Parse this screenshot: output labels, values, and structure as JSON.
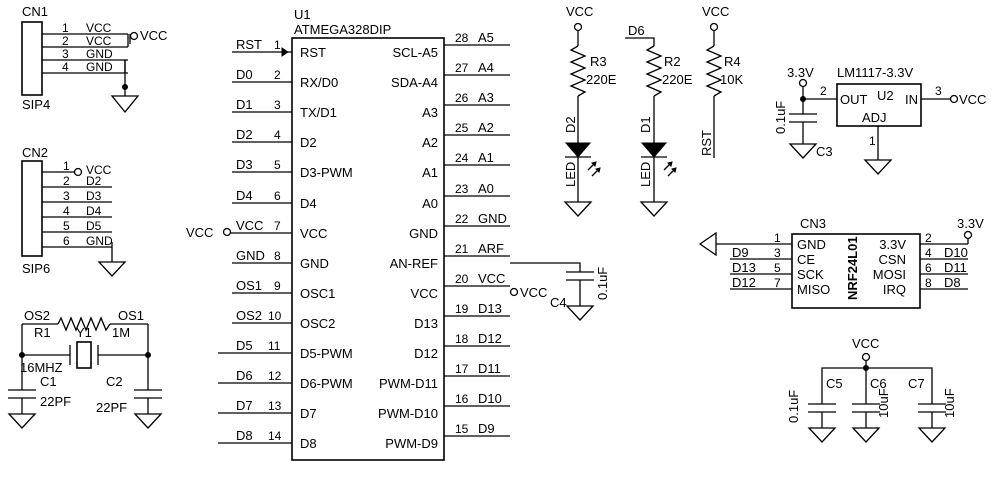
{
  "cn1": {
    "ref": "CN1",
    "part": "SIP4",
    "pins": [
      {
        "num": "1",
        "net": "VCC"
      },
      {
        "num": "2",
        "net": "VCC"
      },
      {
        "num": "3",
        "net": "GND"
      },
      {
        "num": "4",
        "net": "GND"
      }
    ],
    "vcc_label": "VCC"
  },
  "cn2": {
    "ref": "CN2",
    "part": "SIP6",
    "pins": [
      {
        "num": "1",
        "net": "VCC"
      },
      {
        "num": "2",
        "net": "D2"
      },
      {
        "num": "3",
        "net": "D3"
      },
      {
        "num": "4",
        "net": "D4"
      },
      {
        "num": "5",
        "net": "D5"
      },
      {
        "num": "6",
        "net": "GND"
      }
    ]
  },
  "crystal": {
    "y1": "Y1",
    "freq": "16MHZ",
    "r1": "R1",
    "r1_val": "1M",
    "os1": "OS1",
    "os2": "OS2",
    "c1": "C1",
    "c1_val": "22PF",
    "c2": "C2",
    "c2_val": "22PF"
  },
  "u1": {
    "ref": "U1",
    "part": "ATMEGA328DIP",
    "left": [
      {
        "net": "RST",
        "num": "1",
        "name": "RST"
      },
      {
        "net": "D0",
        "num": "2",
        "name": "RX/D0"
      },
      {
        "net": "D1",
        "num": "3",
        "name": "TX/D1"
      },
      {
        "net": "D2",
        "num": "4",
        "name": "D2"
      },
      {
        "net": "D3",
        "num": "5",
        "name": "D3-PWM"
      },
      {
        "net": "D4",
        "num": "6",
        "name": "D4"
      },
      {
        "net": "VCC",
        "num": "7",
        "name": "VCC"
      },
      {
        "net": "GND",
        "num": "8",
        "name": "GND"
      },
      {
        "net": "OS1",
        "num": "9",
        "name": "OSC1"
      },
      {
        "net": "OS2",
        "num": "10",
        "name": "OSC2"
      },
      {
        "net": "D5",
        "num": "11",
        "name": "D5-PWM"
      },
      {
        "net": "D6",
        "num": "12",
        "name": "D6-PWM"
      },
      {
        "net": "D7",
        "num": "13",
        "name": "D7"
      },
      {
        "net": "D8",
        "num": "14",
        "name": "D8"
      }
    ],
    "right": [
      {
        "name": "SCL-A5",
        "num": "28",
        "net": "A5"
      },
      {
        "name": "SDA-A4",
        "num": "27",
        "net": "A4"
      },
      {
        "name": "A3",
        "num": "26",
        "net": "A3"
      },
      {
        "name": "A2",
        "num": "25",
        "net": "A2"
      },
      {
        "name": "A1",
        "num": "24",
        "net": "A1"
      },
      {
        "name": "A0",
        "num": "23",
        "net": "A0"
      },
      {
        "name": "GND",
        "num": "22",
        "net": "GND"
      },
      {
        "name": "AN-REF",
        "num": "21",
        "net": "ARF"
      },
      {
        "name": "VCC",
        "num": "20",
        "net": "VCC"
      },
      {
        "name": "D13",
        "num": "19",
        "net": "D13"
      },
      {
        "name": "D12",
        "num": "18",
        "net": "D12"
      },
      {
        "name": "PWM-D11",
        "num": "17",
        "net": "D11"
      },
      {
        "name": "PWM-D10",
        "num": "16",
        "net": "D10"
      },
      {
        "name": "PWM-D9",
        "num": "15",
        "net": "D9"
      }
    ],
    "vcc_left": "VCC",
    "vcc_right": "VCC"
  },
  "c4": {
    "ref": "C4",
    "val": "0.1uF"
  },
  "leds": {
    "vcc": "VCC",
    "r3": "R3",
    "r3_val": "220E",
    "d2": "D2",
    "d2_type": "LED",
    "d6_net": "D6",
    "r2": "R2",
    "r2_val": "220E",
    "d1": "D1",
    "d1_type": "LED"
  },
  "r4": {
    "vcc": "VCC",
    "ref": "R4",
    "val": "10K",
    "net": "RST"
  },
  "reg": {
    "ref": "U2",
    "part": "LM1117-3.3V",
    "v33": "3.3V",
    "out": "OUT",
    "in": "IN",
    "adj": "ADJ",
    "pin_out": "2",
    "pin_in": "3",
    "pin_adj": "1",
    "vcc": "VCC",
    "c3": "C3",
    "c3_val": "0.1uF"
  },
  "cn3": {
    "ref": "CN3",
    "part": "NRF24L01",
    "v33": "3.3V",
    "left": [
      {
        "num": "1",
        "name": "GND",
        "net": ""
      },
      {
        "num": "3",
        "name": "CE",
        "net": "D9"
      },
      {
        "num": "5",
        "name": "SCK",
        "net": "D13"
      },
      {
        "num": "7",
        "name": "MISO",
        "net": "D12"
      }
    ],
    "right": [
      {
        "num": "2",
        "name": "3.3V",
        "net": ""
      },
      {
        "num": "4",
        "name": "CSN",
        "net": "D10"
      },
      {
        "num": "6",
        "name": "MOSI",
        "net": "D11"
      },
      {
        "num": "8",
        "name": "IRQ",
        "net": "D8"
      }
    ]
  },
  "decap": {
    "vcc": "VCC",
    "caps": [
      {
        "ref": "C5",
        "val": "0.1uF"
      },
      {
        "ref": "C6",
        "val": "10uF"
      },
      {
        "ref": "C7",
        "val": "10uF"
      }
    ]
  }
}
